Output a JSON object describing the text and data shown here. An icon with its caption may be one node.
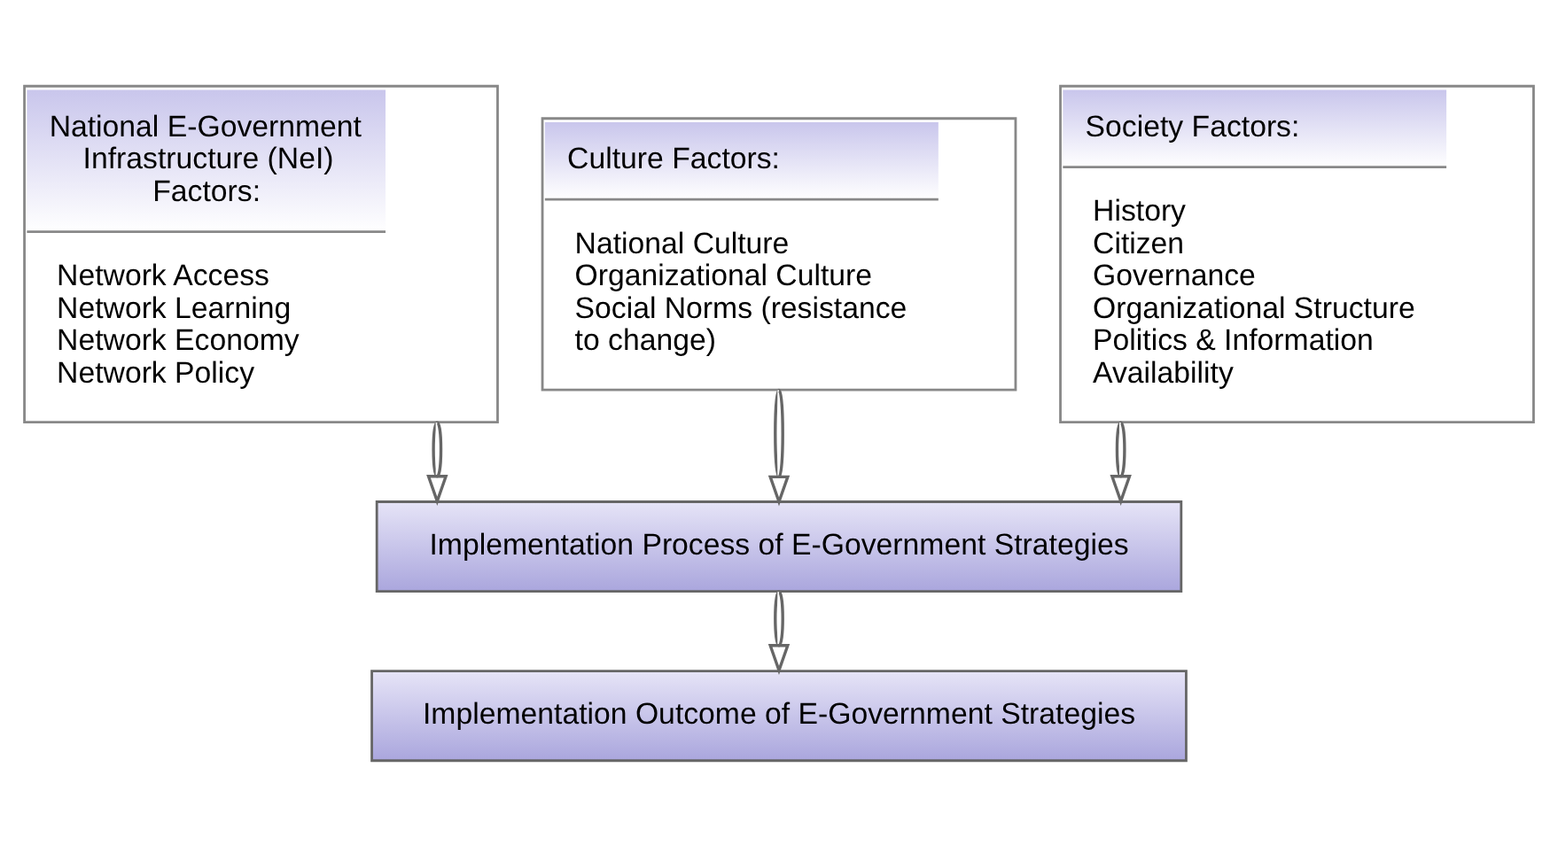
{
  "diagram": {
    "nodes": [
      {
        "text": [
          "National E-Government Infrastructure (NeI) Factors:",
          "Network Access",
          "Network Learning",
          "Network Economy",
          "Network Policy"
        ]
      },
      {
        "text": [
          "Culture Factors:",
          "National Culture",
          "Organizational Culture",
          "Social Norms (resistance to change)"
        ]
      },
      {
        "text": [
          "Society Factors:",
          "History",
          "Citizen",
          "Governance",
          "Organizational Structure",
          "Politics & Information Availability"
        ]
      },
      {
        "text": [
          "Implementation Process of E-Government Strategies"
        ]
      },
      {
        "text": [
          "Implementation Outcome of E-Government Strategies"
        ]
      }
    ],
    "edges": [
      {
        "from": 0,
        "to": 3,
        "arrow": "to"
      },
      {
        "from": 1,
        "to": 3,
        "arrow": "to"
      },
      {
        "from": 2,
        "to": 3,
        "arrow": "to"
      },
      {
        "from": 3,
        "to": 4,
        "arrow": "to"
      }
    ]
  }
}
